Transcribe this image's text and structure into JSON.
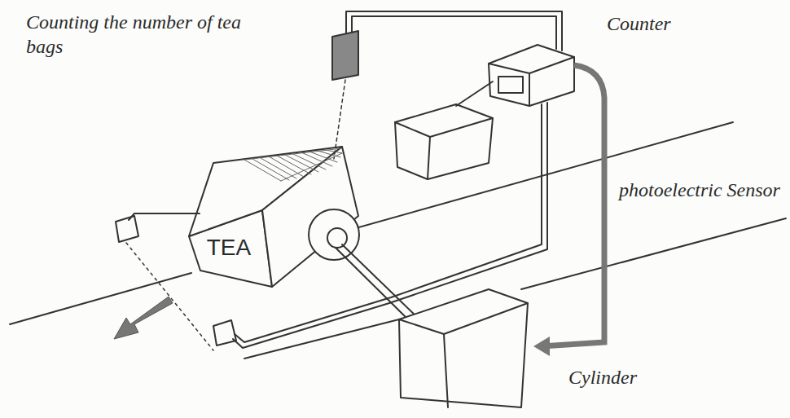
{
  "diagram": {
    "nodes": [
      {
        "text": [
          "TEA"
        ]
      }
    ],
    "labels": [
      "Counting the number of tea bags",
      "Counter",
      "photoelectric Sensor",
      "Cylinder"
    ]
  }
}
